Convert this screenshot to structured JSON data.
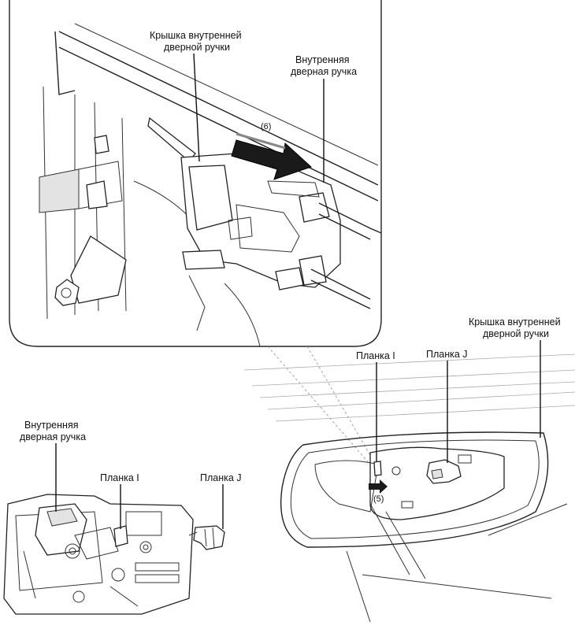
{
  "inset": {
    "labels": {
      "cover": [
        "Крышка внутренней",
        "дверной ручки"
      ],
      "handle": [
        "Внутренняя",
        "дверная ручка"
      ],
      "step": "(6)"
    }
  },
  "door_view": {
    "labels": {
      "cover": [
        "Крышка внутренней",
        "дверной ручки"
      ],
      "plank_i": "Планка I",
      "plank_j": "Планка J",
      "step": "(5)"
    }
  },
  "handle_view": {
    "labels": {
      "handle": [
        "Внутренняя",
        "дверная ручка"
      ],
      "plank_i": "Планка I",
      "plank_j": "Планка J"
    }
  }
}
